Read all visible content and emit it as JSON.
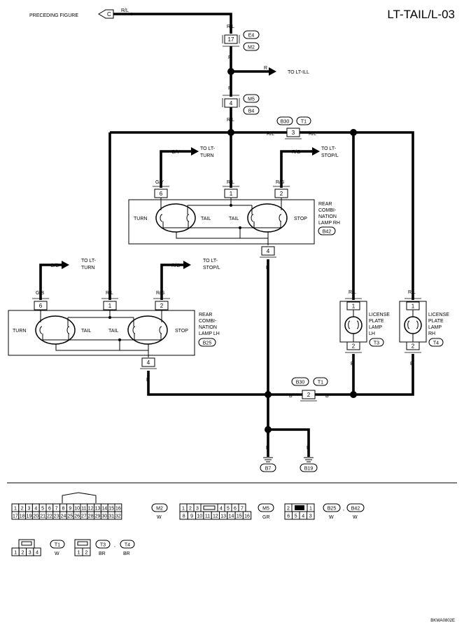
{
  "title": "LT-TAIL/L-03",
  "figure_code": "BKWA0802E",
  "preceding": {
    "label": "PRECEDING FIGURE",
    "connector": "C",
    "wire": "R/L"
  },
  "top_splice": {
    "wire_in": "R/L",
    "pin": "17",
    "conn_a": "E4",
    "conn_b": "M2",
    "wire_out": "R",
    "branch_wire": "R",
    "branch_to": "TO LT-ILL",
    "wire_down": "R",
    "pin2": "4",
    "conn_c": "M5",
    "conn_d": "B4",
    "wire_after": "R/L"
  },
  "joint_top": {
    "conn_a": "B30",
    "conn_b": "T1",
    "pin": "3",
    "wire_left": "R/L",
    "wire_right": "R/L"
  },
  "rear_rh": {
    "name_line1": "REAR",
    "name_line2": "COMBI-",
    "name_line3": "NATION",
    "name_line4": "LAMP RH",
    "connector": "B42",
    "turn_wire": "G/Y",
    "turn_to_1": "TO LT-",
    "turn_to_2": "TURN",
    "turn_pin": "6",
    "tail_wire": "R/L",
    "tail_pin": "1",
    "stop_wire": "R/G",
    "stop_to_1": "TO LT-",
    "stop_to_2": "STOP/L",
    "stop_pin": "2",
    "gnd_pin": "4",
    "gnd_wire": "B",
    "lbl_turn": "TURN",
    "lbl_tail1": "TAIL",
    "lbl_tail2": "TAIL",
    "lbl_stop": "STOP"
  },
  "rear_lh": {
    "name_line1": "REAR",
    "name_line2": "COMBI-",
    "name_line3": "NATION",
    "name_line4": "LAMP LH",
    "connector": "B25",
    "turn_wire": "G/B",
    "turn_to_1": "TO LT-",
    "turn_to_2": "TURN",
    "turn_pin": "6",
    "tail_wire": "R/L",
    "tail_pin": "1",
    "stop_wire": "R/G",
    "stop_to_1": "TO LT-",
    "stop_to_2": "STOP/L",
    "stop_pin": "2",
    "gnd_pin": "4",
    "gnd_wire": "B",
    "lbl_turn": "TURN",
    "lbl_tail1": "TAIL",
    "lbl_tail2": "TAIL",
    "lbl_stop": "STOP"
  },
  "license_lh": {
    "l1": "LICENSE",
    "l2": "PLATE",
    "l3": "LAMP",
    "l4": "LH",
    "connector": "T3",
    "in_wire": "R/L",
    "pin_top": "1",
    "pin_bot": "2",
    "out_wire": "B"
  },
  "license_rh": {
    "l1": "LICENSE",
    "l2": "PLATE",
    "l3": "LAMP",
    "l4": "RH",
    "connector": "T4",
    "in_wire": "R/L",
    "pin_top": "1",
    "pin_bot": "2",
    "out_wire": "B"
  },
  "joint_bottom": {
    "conn_a": "B30",
    "conn_b": "T1",
    "pin": "2",
    "wire_left": "B",
    "wire_right": "B"
  },
  "grounds": {
    "wire1": "B",
    "gnd1": "B7",
    "wire2": "B",
    "gnd2": "B19"
  },
  "connector_views": {
    "m2": {
      "name": "M2",
      "color": "W",
      "row1": [
        "1",
        "2",
        "3",
        "4",
        "5",
        "6",
        "7",
        "8",
        "9",
        "10",
        "11",
        "12",
        "13",
        "14",
        "15",
        "16"
      ],
      "row2": [
        "17",
        "18",
        "19",
        "20",
        "21",
        "22",
        "23",
        "24",
        "25",
        "26",
        "27",
        "28",
        "29",
        "30",
        "31",
        "32"
      ]
    },
    "m5": {
      "name": "M5",
      "color": "GR",
      "row1": [
        "1",
        "2",
        "3",
        "",
        "4",
        "5",
        "6",
        "7"
      ],
      "row2": [
        "8",
        "9",
        "10",
        "11",
        "12",
        "13",
        "14",
        "15",
        "16"
      ]
    },
    "b25": {
      "name_a": "B25",
      "name_b": "B42",
      "sep": ",",
      "color_a": "W",
      "color_b": "W",
      "row1": [
        "2",
        "",
        "1"
      ],
      "row2": [
        "6",
        "5",
        "4",
        "3"
      ]
    },
    "t1": {
      "name": "T1",
      "color": "W",
      "row": [
        "1",
        "2",
        "3",
        "4"
      ]
    },
    "t3": {
      "name_a": "T3",
      "name_b": "T4",
      "sep": ",",
      "color_a": "BR",
      "color_b": "BR",
      "row": [
        "1",
        "2"
      ]
    }
  }
}
